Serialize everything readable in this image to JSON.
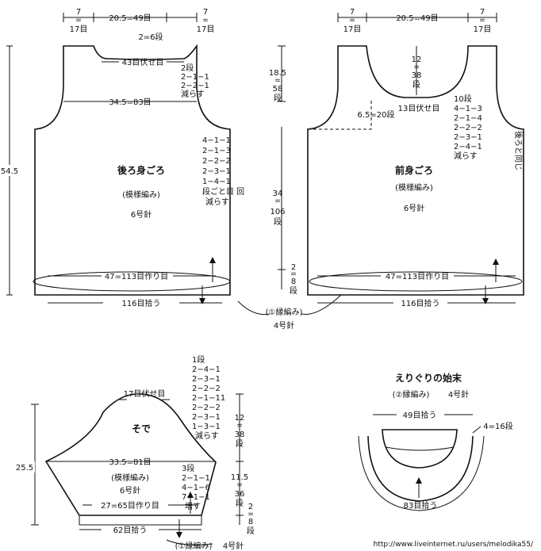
{
  "back": {
    "top_left": "7",
    "top_left_eq": "=",
    "top_left_st": "17目",
    "top_center": "20.5=49目",
    "top_right": "7",
    "top_right_eq": "=",
    "top_right_st": "17目",
    "neck_rows": "2=6段",
    "neck_bindoff": "43目伏せ目",
    "neck_dec": [
      "2段",
      "2−1−1",
      "2−2−1",
      "減らす"
    ],
    "chest_width": "34.5=83目",
    "arm_dec": [
      "4−1−1",
      "2−1−3",
      "2−2−2",
      "2−3−1",
      "1−4−1",
      "段ごと目 回",
      "減らす"
    ],
    "title": "後ろ身ごろ",
    "pattern": "(模様編み)",
    "needle": "6号針",
    "height_total": "54.5",
    "bottom_width": "47=113目作り目",
    "pickup": "116目拾う"
  },
  "front": {
    "top_left": "7",
    "top_left_eq": "=",
    "top_left_st": "17目",
    "top_center": "20.5=49目",
    "top_right": "7",
    "top_right_eq": "=",
    "top_right_st": "17目",
    "neck_depth": [
      "12",
      "=",
      "38",
      "段"
    ],
    "neck_bindoff": "13目伏せ目",
    "neck_side": "6.5=20段",
    "neck_dec": [
      "10段",
      "4−1−3",
      "2−1−4",
      "2−2−2",
      "2−3−1",
      "2−4−1",
      "減らす"
    ],
    "same_as_back": "後ろと同じ",
    "title": "前身ごろ",
    "pattern": "(模様編み)",
    "needle": "6号針",
    "bottom_width": "47=113目作り目",
    "pickup": "116目拾う"
  },
  "side_measures": {
    "yoke": [
      "18.5",
      "=",
      "58",
      "段"
    ],
    "body": [
      "34",
      "=",
      "106",
      "段"
    ],
    "rib": [
      "2",
      "=",
      "8",
      "段"
    ]
  },
  "rib_note": {
    "label": "(①縁編み)",
    "needle": "4号針"
  },
  "sleeve": {
    "title": "そで",
    "bindoff": "17目伏せ目",
    "cap_dec": [
      "1段",
      "2−4−1",
      "2−3−1",
      "2−2−2",
      "2−1−11",
      "2−2−2",
      "2−3−1",
      "1−3−1",
      "減らす"
    ],
    "cap_height": [
      "12",
      "=",
      "38",
      "段"
    ],
    "width": "33.5=81目",
    "pattern": "(模様編み)",
    "needle": "6号針",
    "inc": [
      "3段",
      "2−1−1",
      "4−1−6",
      "7−1−1",
      "増す"
    ],
    "body_height": [
      "11.5",
      "=",
      "36",
      "段"
    ],
    "rib_height": [
      "2",
      "=",
      "8",
      "段"
    ],
    "length": "25.5",
    "cast_on": "27=65目作り目",
    "pickup": "62目拾う",
    "rib_label": "(①縁編み)",
    "rib_needle": "4号針"
  },
  "collar": {
    "title": "えりぐりの始末",
    "pattern": "(②縁編み)",
    "needle": "4号針",
    "pickup_top": "49目拾う",
    "rows": "4=16段",
    "pickup_bottom": "83目拾う"
  },
  "watermark": "http://www.liveinternet.ru/users/melodika55/"
}
